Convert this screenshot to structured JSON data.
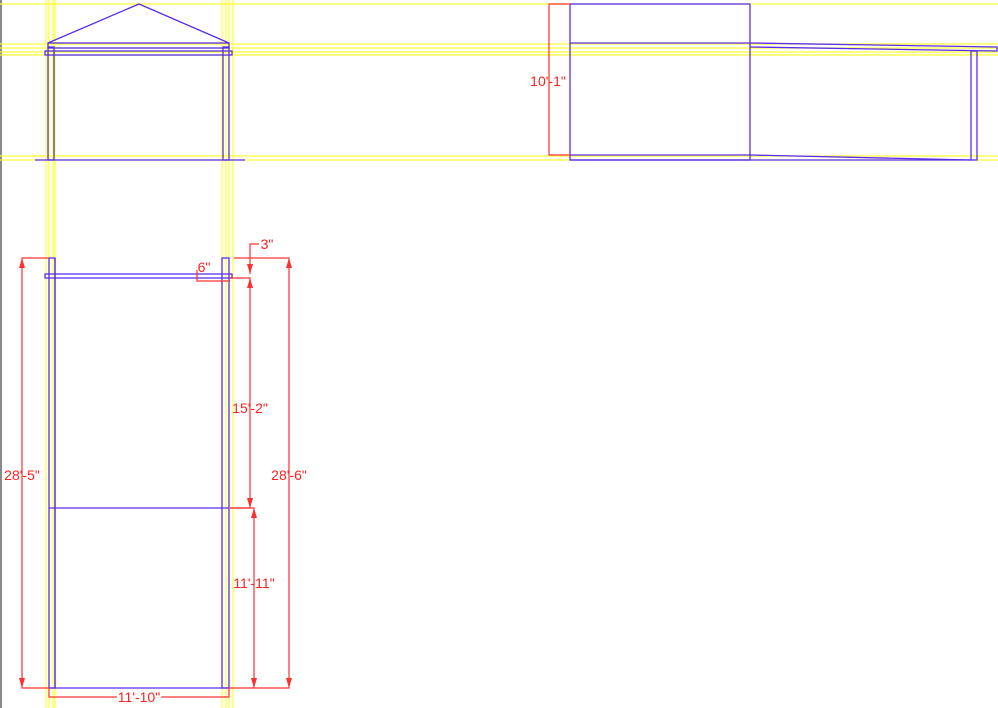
{
  "colors": {
    "guides": "#ffff33",
    "geometry": "#5a2cf0",
    "dimensions": "#ff3030"
  },
  "dimensions": {
    "elevation_height": "10'-1\"",
    "overall_left": "28'-5\"",
    "overall_right": "28'-6\"",
    "upper_span": "15'-2\"",
    "lower_span": "11'-11\"",
    "width": "11'-10\"",
    "overhang": "6\"",
    "offset": "3\""
  }
}
